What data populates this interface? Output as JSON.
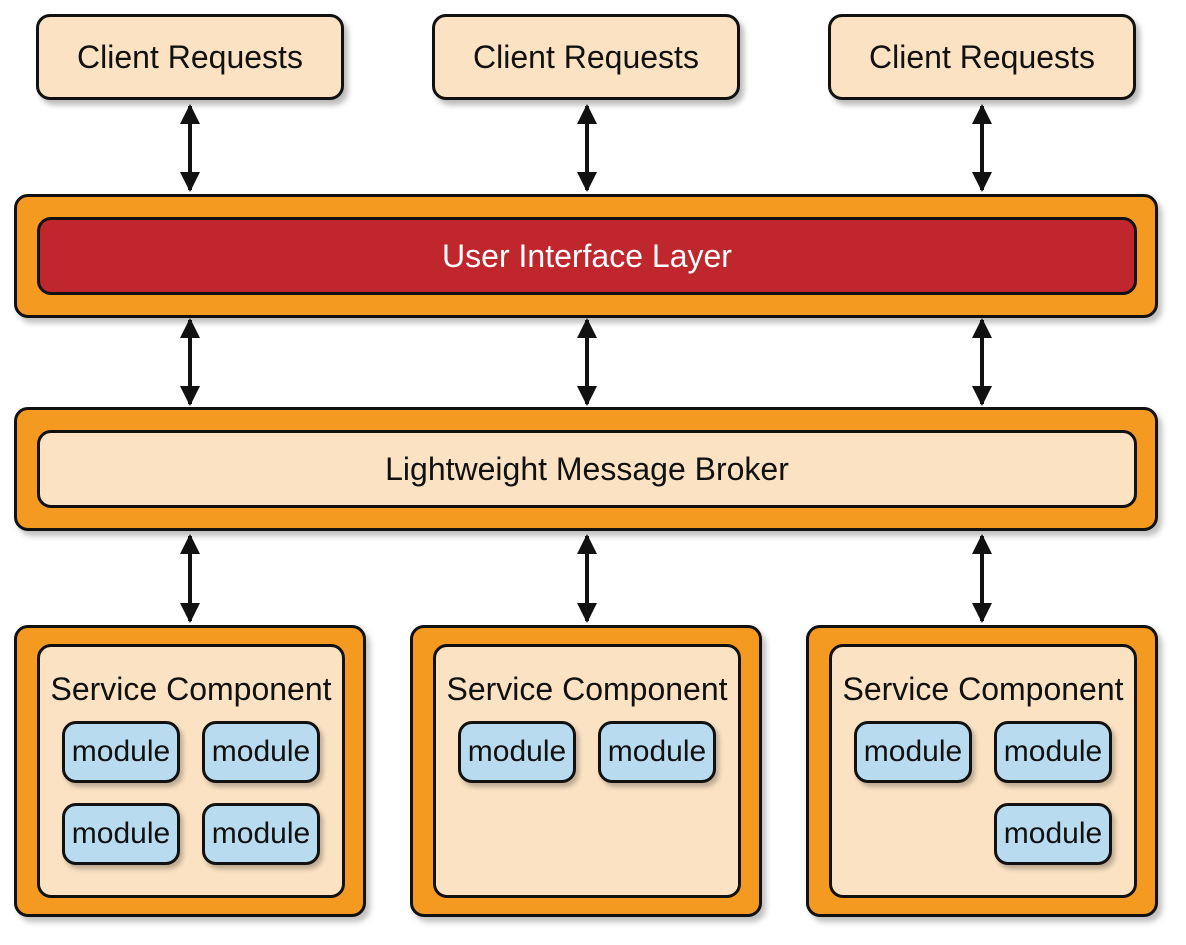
{
  "client_requests": [
    "Client Requests",
    "Client Requests",
    "Client Requests"
  ],
  "ui_layer": {
    "label": "User Interface Layer"
  },
  "broker": {
    "label": "Lightweight Message Broker"
  },
  "service_components": [
    {
      "title": "Service Component",
      "modules": [
        "module",
        "module",
        "module",
        "module"
      ]
    },
    {
      "title": "Service Component",
      "modules": [
        "module",
        "module"
      ]
    },
    {
      "title": "Service Component",
      "modules": [
        "module",
        "module",
        "module"
      ]
    }
  ],
  "colors": {
    "frame_orange": "#f59a21",
    "pale_fill": "#fbe2c2",
    "ui_red": "#c0272d",
    "module_blue": "#b9dbf0",
    "outline": "#111111"
  }
}
